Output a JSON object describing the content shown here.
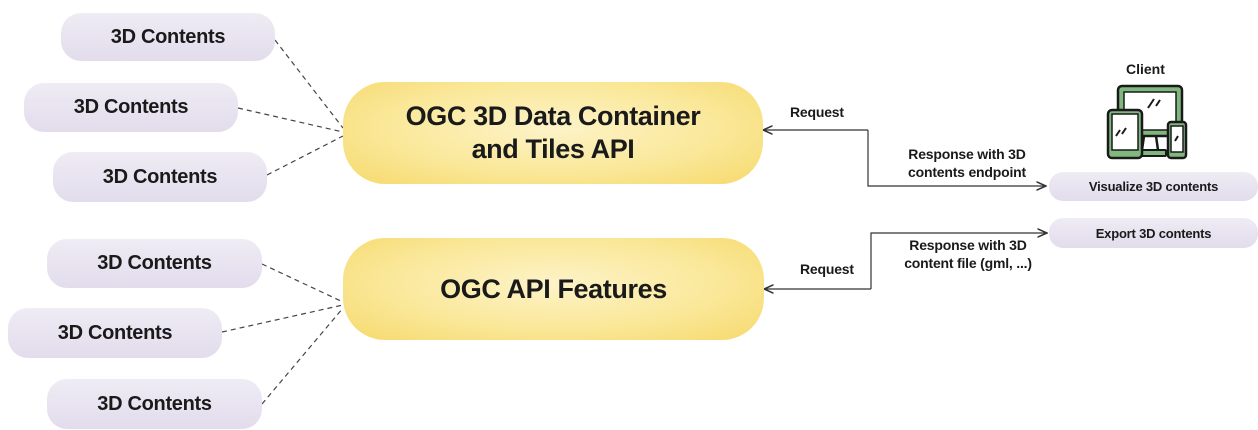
{
  "sources_group_1": [
    "3D Contents",
    "3D Contents",
    "3D Contents"
  ],
  "sources_group_2": [
    "3D Contents",
    "3D Contents",
    "3D Contents"
  ],
  "api_tiles": {
    "line1": "OGC 3D Data Container",
    "line2": "and Tiles API"
  },
  "api_features": {
    "label": "OGC API Features"
  },
  "client": {
    "title": "Client",
    "icon": "devices-icon"
  },
  "edges": {
    "tiles_request": "Request",
    "tiles_response_line1": "Response with 3D",
    "tiles_response_line2": "contents endpoint",
    "features_request": "Request",
    "features_response_line1": "Response with 3D",
    "features_response_line2": "content file (gml, ...)"
  },
  "actions": {
    "visualize": "Visualize 3D contents",
    "export": "Export 3D contents"
  },
  "colors": {
    "api_box_fill": "#f8e27e",
    "content_box_fill": "#e6e0ee",
    "icon_green": "#7fb77e",
    "line": "#333333"
  }
}
